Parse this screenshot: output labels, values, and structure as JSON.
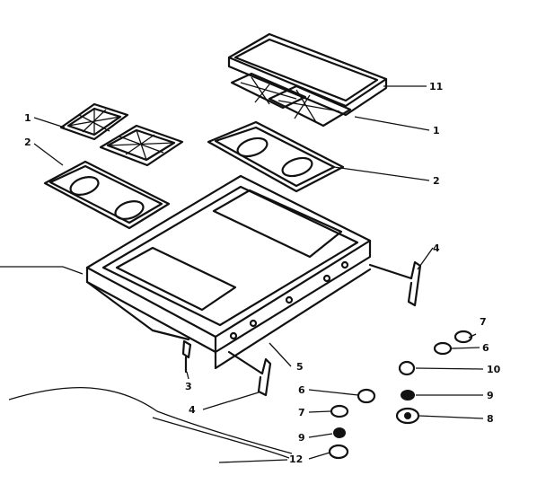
{
  "diagram": {
    "callouts": {
      "c1_left": "1",
      "c2_left": "2",
      "c11": "11",
      "c1_right": "1",
      "c2_right": "2",
      "c4_right": "4",
      "c5": "5",
      "c3": "3",
      "c4_left": "4",
      "c7_right": "7",
      "c6_right": "6",
      "c10": "10",
      "c9_right": "9",
      "c8": "8",
      "c6_mid": "6",
      "c7_mid": "7",
      "c9_mid": "9",
      "c12": "12"
    }
  }
}
